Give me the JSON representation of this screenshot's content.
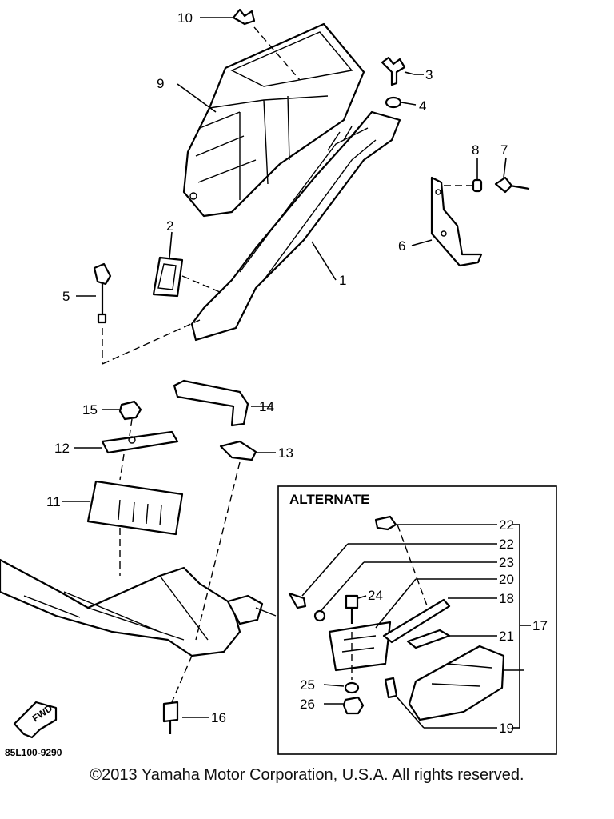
{
  "callouts": {
    "c1": "1",
    "c2": "2",
    "c3": "3",
    "c4": "4",
    "c5": "5",
    "c6": "6",
    "c7": "7",
    "c8": "8",
    "c9": "9",
    "c10": "10",
    "c11": "11",
    "c12": "12",
    "c13": "13",
    "c14": "14",
    "c15": "15",
    "c16": "16",
    "c17": "17",
    "c18": "18",
    "c19": "19",
    "c20": "20",
    "c21": "21",
    "c22a": "22",
    "c22b": "22",
    "c23": "23",
    "c24": "24",
    "c25": "25",
    "c26": "26"
  },
  "alternate_title": "ALTERNATE",
  "fwd_label": "FWD",
  "diagram_code": "85L100-9290",
  "copyright": "©2013 Yamaha Motor Corporation, U.S.A. All rights reserved."
}
